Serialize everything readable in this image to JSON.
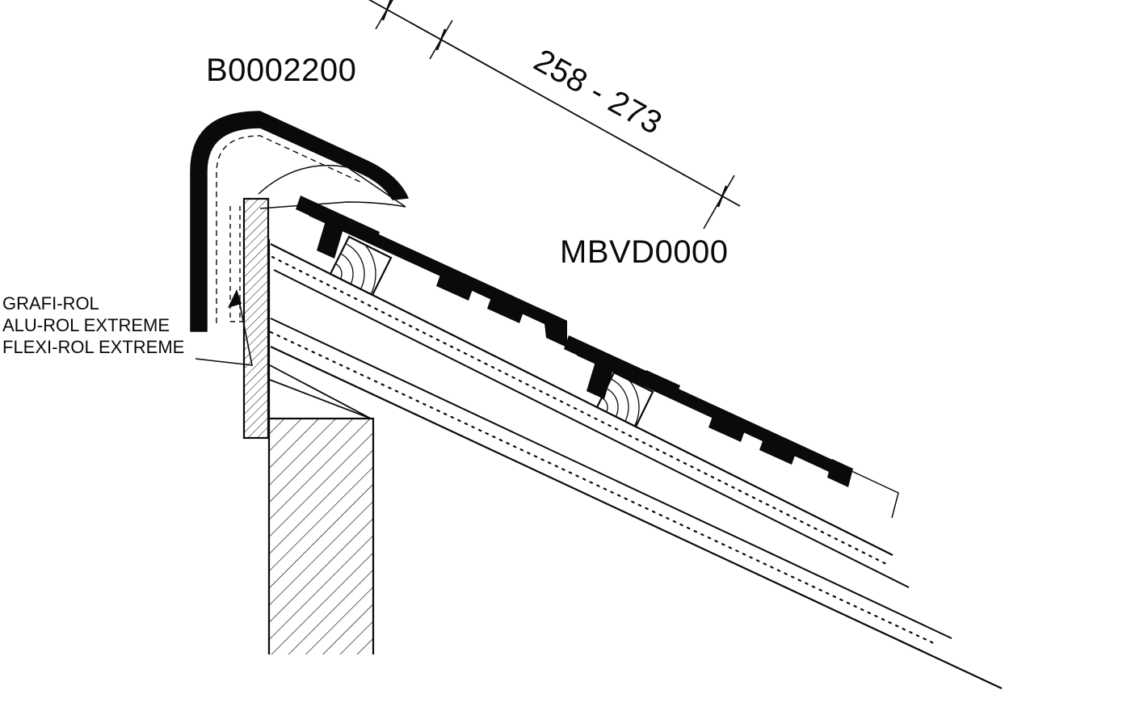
{
  "page": {
    "background": "#ffffff",
    "ink": "#0a0a0a",
    "description_type": "roof-verge-technical-section"
  },
  "labels": {
    "part_top": "B0002200",
    "part_mid": "MBVD0000",
    "dimension": "258 - 273",
    "rol_products": [
      "GRAFI-ROL",
      "ALU-ROL EXTREME",
      "FLEXI-ROL EXTREME"
    ]
  }
}
